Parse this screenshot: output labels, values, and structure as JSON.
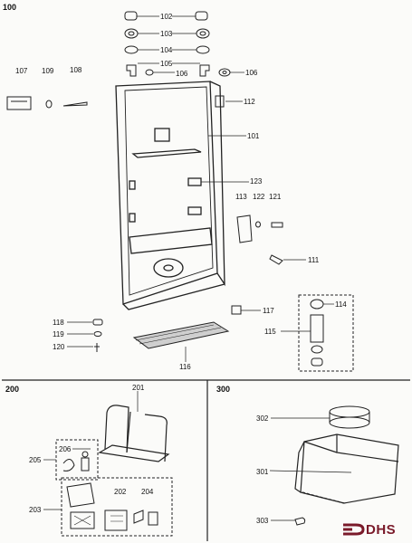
{
  "sections": {
    "s100": "100",
    "s200": "200",
    "s300": "300"
  },
  "parts": {
    "p101": "101",
    "p102": "102",
    "p103": "103",
    "p104": "104",
    "p105": "105",
    "p106a": "106",
    "p106b": "106",
    "p107": "107",
    "p108": "108",
    "p109": "109",
    "p111": "111",
    "p112": "112",
    "p113": "113",
    "p114": "114",
    "p115": "115",
    "p116": "116",
    "p117": "117",
    "p118": "118",
    "p119": "119",
    "p120": "120",
    "p121": "121",
    "p122": "122",
    "p123": "123",
    "p201": "201",
    "p202": "202",
    "p203": "203",
    "p204": "204",
    "p205": "205",
    "p206": "206",
    "p301": "301",
    "p302": "302",
    "p303": "303"
  },
  "brand": {
    "logo_text": "DHS",
    "logo_color": "#7a1a2a"
  }
}
